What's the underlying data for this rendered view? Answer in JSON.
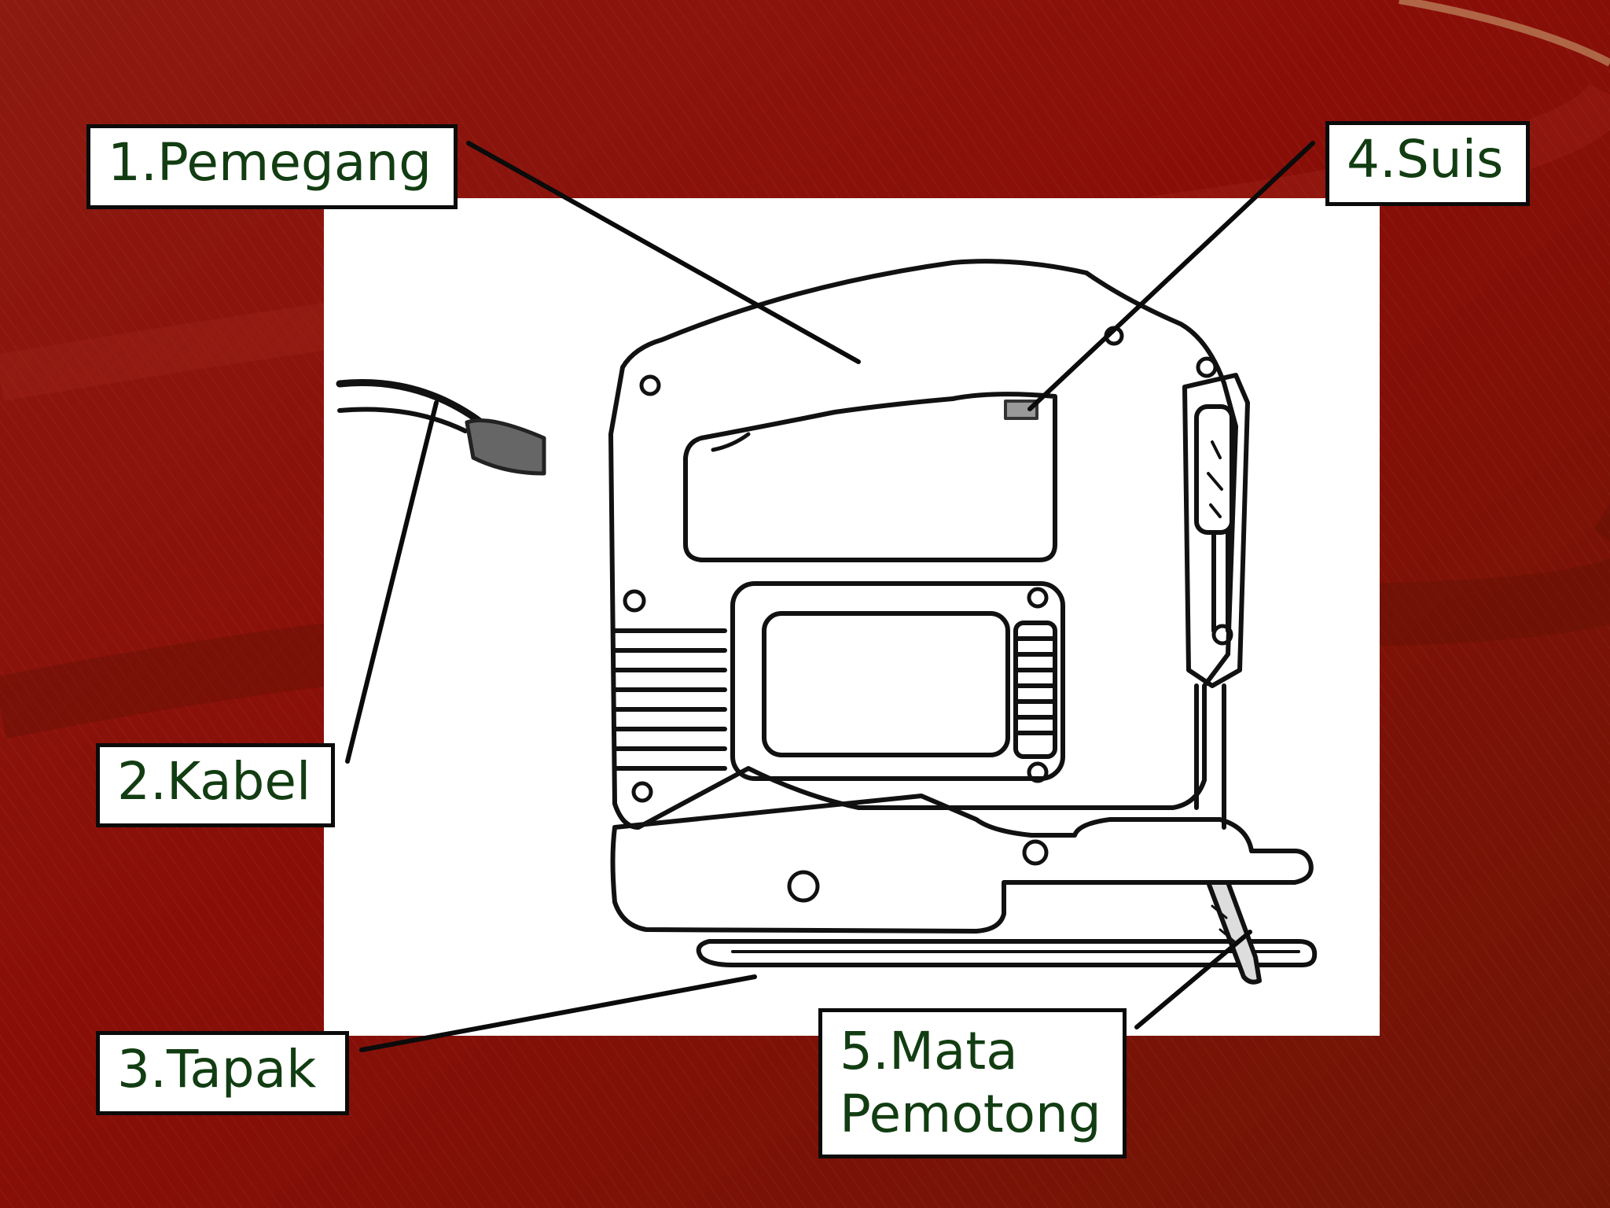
{
  "diagram": {
    "colors": {
      "background": "#7a1208",
      "panel": "#ffffff",
      "label_text": "#123d12",
      "line": "#0b0b0b"
    },
    "labels": [
      {
        "id": "1",
        "text": "1.Pemegang"
      },
      {
        "id": "2",
        "text": "2.Kabel"
      },
      {
        "id": "3",
        "text": "3.Tapak"
      },
      {
        "id": "4",
        "text": "4.Suis"
      },
      {
        "id": "5",
        "line1": "5.Mata",
        "line2": "Pemotong"
      }
    ]
  }
}
